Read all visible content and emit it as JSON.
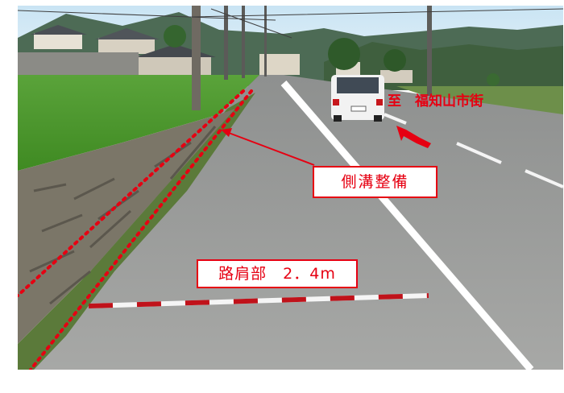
{
  "photo": {
    "callouts": {
      "side_ditch": "側溝整備",
      "shoulder_width": "路肩部　2．4m"
    },
    "direction_label": "至　福知山市街"
  },
  "colors": {
    "annotation_red": "#e60012",
    "sky": "#d9ecf7",
    "asphalt": "#9b9c9a",
    "rice_paddy": "#4f9a2c"
  }
}
